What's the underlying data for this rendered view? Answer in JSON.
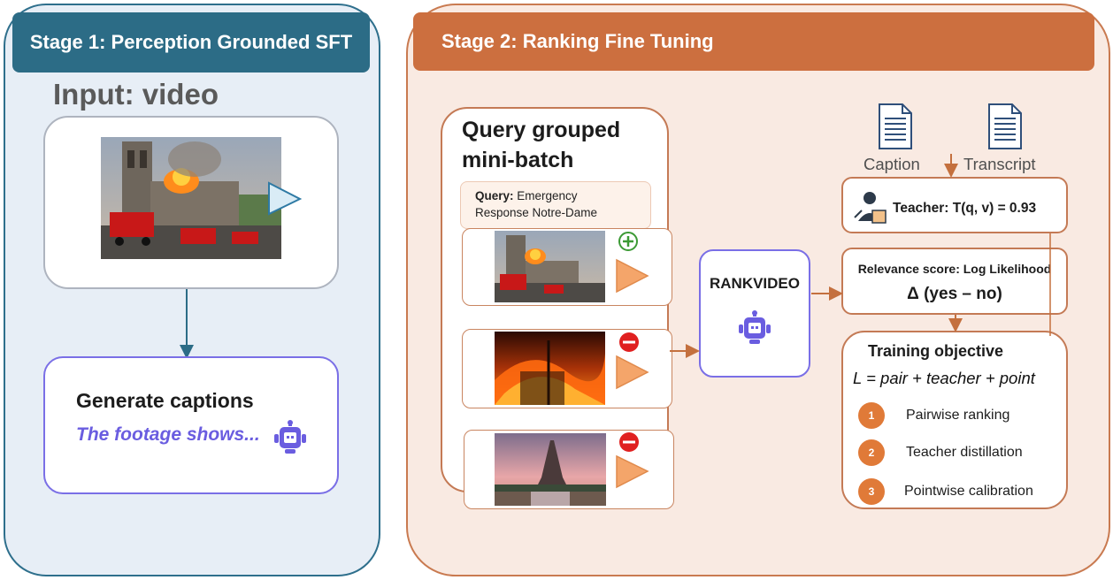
{
  "stage1": {
    "header": "Stage 1: Perception Grounded SFT",
    "input_title": "Input: video",
    "gen_title": "Generate captions",
    "gen_subtitle": "The footage shows..."
  },
  "stage2": {
    "header": "Stage 2: Ranking Fine Tuning",
    "batch_title_line1": "Query grouped",
    "batch_title_line2": "mini-batch",
    "query_label": "Query:",
    "query_text_line1": "Emergency",
    "query_text_line2": "Response Notre-Dame",
    "rankvideo_label": "RANKVIDEO",
    "caption_label": "Caption",
    "transcript_label": "Transcript",
    "teacher_text": "Teacher: T(q, v)  = 0.93",
    "relevance_top": "Relevance score: Log Likelihood",
    "relevance_bottom": "Δ (yes – no)",
    "objective_title": "Training objective",
    "objective_formula": "L = pair + teacher  + point",
    "objectives": [
      {
        "num": "1",
        "label": "Pairwise ranking"
      },
      {
        "num": "2",
        "label": "Teacher distillation"
      },
      {
        "num": "3",
        "label": "Pointwise calibration"
      }
    ]
  },
  "colors": {
    "stage1_accent": "#2c6c86",
    "stage2_accent": "#cc6f3f",
    "robot": "#6a5de0",
    "positive": "#3c9a35",
    "negative": "#e02020"
  }
}
